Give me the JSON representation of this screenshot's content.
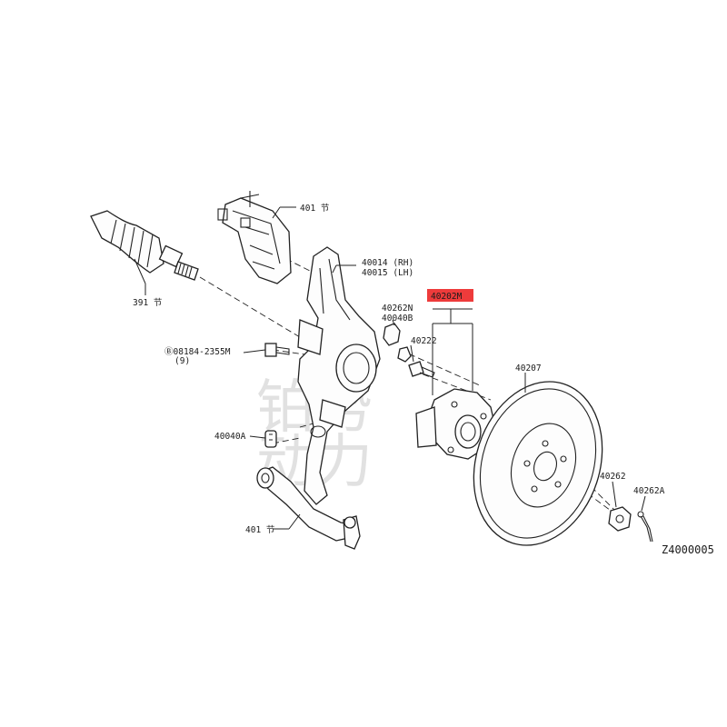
{
  "labels": {
    "bracket_top": "401 节",
    "drive_shaft": "391 节",
    "knuckle_rh": "40014 (RH)",
    "knuckle_lh": "40015 (LH)",
    "hub_assembly": "40202M",
    "nut_top": "40262N",
    "bolt_top": "40040B",
    "hub_bolt": "40222",
    "bolt_side": "Ⓑ08184-2355M",
    "bolt_side_qty": "(9)",
    "rotor": "40207",
    "bolt_lower": "40040A",
    "hub_nut": "40262",
    "cotter_pin": "40262A",
    "lower_arm": "401 节",
    "diagram_ref": "Z4000005"
  },
  "watermark": {
    "line1": "铂势",
    "line2": "动力"
  },
  "colors": {
    "highlight": "#ee3b3b",
    "ink": "#222222"
  }
}
